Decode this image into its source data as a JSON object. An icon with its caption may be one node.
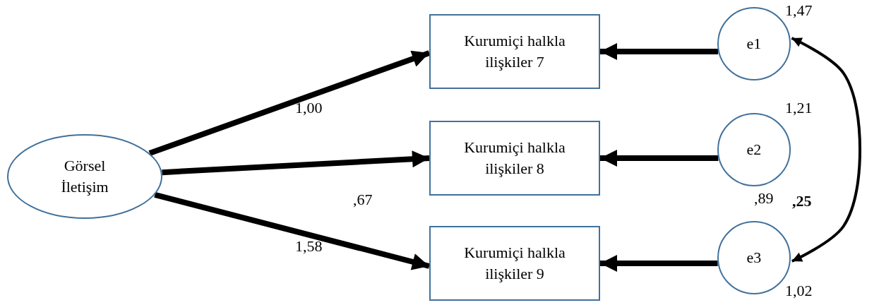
{
  "diagram": {
    "nodes": [
      {
        "text": [
          "Görsel İletişim"
        ]
      },
      {
        "text": [
          "Kurumiçi halkla ilişkiler 7"
        ]
      },
      {
        "text": [
          "Kurumiçi halkla ilişkiler 8"
        ]
      },
      {
        "text": [
          "Kurumiçi halkla ilişkiler 9"
        ]
      },
      {
        "text": [
          "e1"
        ],
        "beside": [
          "1,47"
        ]
      },
      {
        "text": [
          "e2"
        ],
        "beside": [
          "1,21"
        ]
      },
      {
        "text": [
          "e3"
        ],
        "beside": [
          ",89",
          "1,02"
        ]
      }
    ],
    "edges": [
      {
        "from": 0,
        "to": 1,
        "arrow": "to",
        "label": "1,00"
      },
      {
        "from": 0,
        "to": 2,
        "arrow": "to",
        "label": ",67"
      },
      {
        "from": 0,
        "to": 3,
        "arrow": "to",
        "label": "1,58"
      },
      {
        "from": 4,
        "to": 1,
        "arrow": "to"
      },
      {
        "from": 5,
        "to": 2,
        "arrow": "to"
      },
      {
        "from": 6,
        "to": 3,
        "arrow": "to"
      },
      {
        "from": 4,
        "to": 6,
        "arrow": "both",
        "label": ",25"
      }
    ]
  }
}
